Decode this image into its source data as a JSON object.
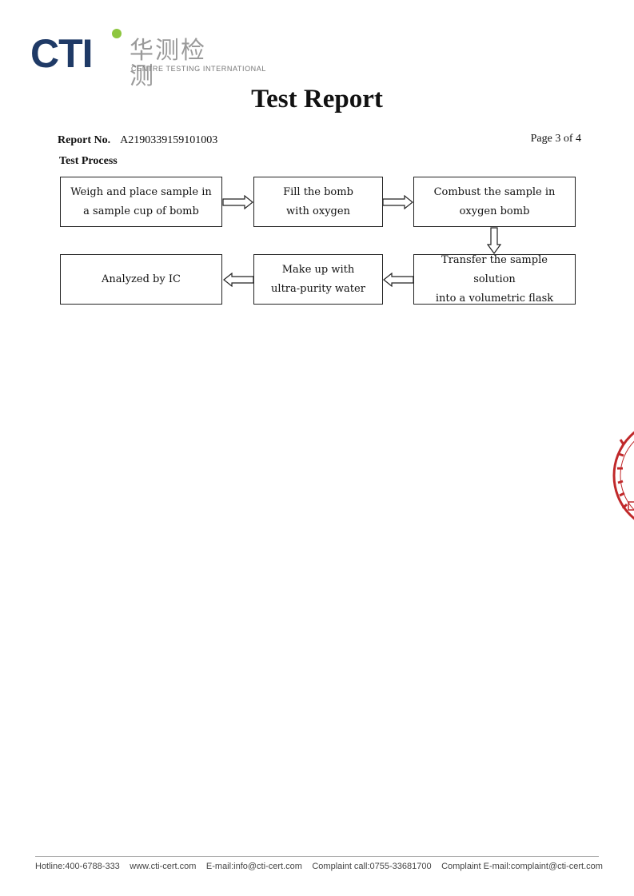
{
  "logo": {
    "brand": "CTI",
    "chinese": "华测检测",
    "tagline": "CENTRE TESTING INTERNATIONAL"
  },
  "title": "Test Report",
  "report_no_label": "Report No.",
  "report_no": "A2190339159101003",
  "page": "Page 3 of 4",
  "section": "Test Process",
  "steps": [
    "Weigh and place sample in\na sample cup of bomb",
    "Fill the bomb\nwith oxygen",
    "Combust the sample in\noxygen bomb",
    "Transfer the sample solution\ninto a volumetric flask",
    "Make up with\nultra-purity water",
    "Analyzed by IC"
  ],
  "footer": {
    "hotline": "Hotline:400-6788-333",
    "website": "www.cti-cert.com",
    "email": "E-mail:info@cti-cert.com",
    "complaint_call": "Complaint call:0755-33681700",
    "complaint_email": "Complaint E-mail:complaint@cti-cert.com"
  },
  "colors": {
    "brand_blue": "#1f3a66",
    "brand_green": "#8dc63f",
    "stamp_red": "#c0282a"
  }
}
